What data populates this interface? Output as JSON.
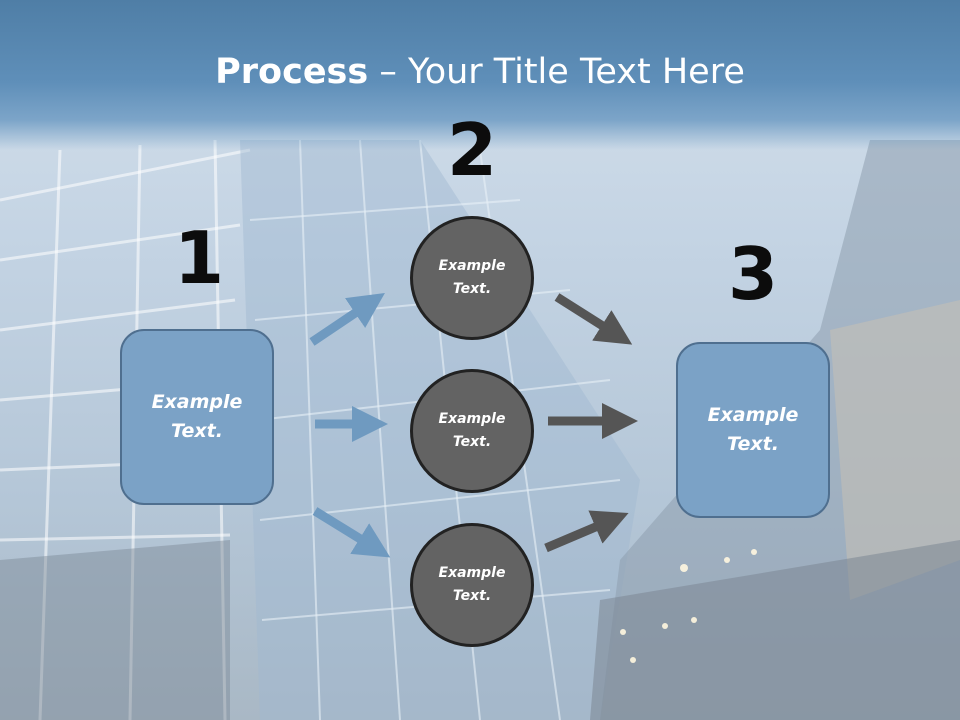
{
  "slide": {
    "title_bold": "Process",
    "title_rest": " – Your Title Text Here"
  },
  "steps": {
    "one": {
      "number": "1",
      "box_line1": "Example",
      "box_line2": "Text."
    },
    "two": {
      "number": "2",
      "circles": [
        {
          "line1": "Example",
          "line2": "Text."
        },
        {
          "line1": "Example",
          "line2": "Text."
        },
        {
          "line1": "Example",
          "line2": "Text."
        }
      ]
    },
    "three": {
      "number": "3",
      "box_line1": "Example",
      "box_line2": "Text."
    }
  },
  "colors": {
    "box_fill": "#7ba2c6",
    "circle_fill": "#636363",
    "arrow_blue": "#6f9ac0",
    "arrow_dark": "#555555",
    "header": "#5b8bb5"
  }
}
